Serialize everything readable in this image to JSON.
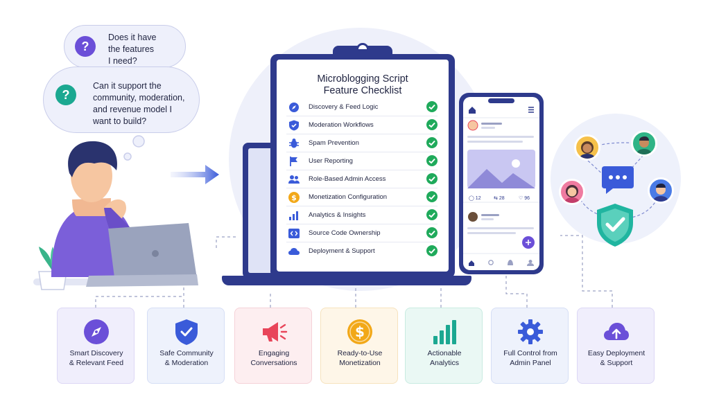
{
  "thoughts": [
    {
      "icon": "question-icon",
      "lines": [
        "Does it have",
        "the features",
        "I need?"
      ]
    },
    {
      "icon": "question-icon",
      "lines": [
        "Can it support the",
        "community, moderation,",
        "and revenue model I",
        "want to build?"
      ]
    }
  ],
  "checklist": {
    "title_lines": [
      "Microblogging Script",
      "Feature Checklist"
    ],
    "items": [
      {
        "label": "Discovery & Feed Logic",
        "icon": "compass-icon",
        "checked": true
      },
      {
        "label": "Moderation Workflows",
        "icon": "shield-icon",
        "checked": true
      },
      {
        "label": "Spam Prevention",
        "icon": "bug-icon",
        "checked": true
      },
      {
        "label": "User Reporting",
        "icon": "flag-icon",
        "checked": true
      },
      {
        "label": "Role-Based Admin Access",
        "icon": "users-icon",
        "checked": true
      },
      {
        "label": "Monetization Configuration",
        "icon": "dollar-icon",
        "checked": true
      },
      {
        "label": "Analytics & Insights",
        "icon": "chart-icon",
        "checked": true
      },
      {
        "label": "Source Code Ownership",
        "icon": "code-icon",
        "checked": true
      },
      {
        "label": "Deployment & Support",
        "icon": "cloud-icon",
        "checked": true
      }
    ]
  },
  "phone": {
    "stats": {
      "comments": "12",
      "reposts": "28",
      "likes": "96"
    }
  },
  "features": [
    {
      "lines": [
        "Smart Discovery",
        "& Relevant Feed"
      ],
      "icon": "compass-icon",
      "color": "#6b4fd8",
      "bg": "#f0eefc",
      "border": "#dcd7f5"
    },
    {
      "lines": [
        "Safe Community",
        "& Moderation"
      ],
      "icon": "shield-check-icon",
      "color": "#3a5bd9",
      "bg": "#eef2fc",
      "border": "#d5def5"
    },
    {
      "lines": [
        "Engaging",
        "Conversations"
      ],
      "icon": "megaphone-icon",
      "color": "#e8455a",
      "bg": "#fdeef0",
      "border": "#f5d2d8"
    },
    {
      "lines": [
        "Ready-to-Use",
        "Monetization"
      ],
      "icon": "dollar-coin-icon",
      "color": "#f2a818",
      "bg": "#fef6e8",
      "border": "#f6e2bd"
    },
    {
      "lines": [
        "Actionable",
        "Analytics"
      ],
      "icon": "bar-chart-icon",
      "color": "#1ba891",
      "bg": "#eaf8f4",
      "border": "#c8ebe1"
    },
    {
      "lines": [
        "Full Control from",
        "Admin Panel"
      ],
      "icon": "gear-icon",
      "color": "#3a5bd9",
      "bg": "#eef2fc",
      "border": "#d5def5"
    },
    {
      "lines": [
        "Easy Deployment",
        "& Support"
      ],
      "icon": "cloud-upload-icon",
      "color": "#6b4fd8",
      "bg": "#f0eefc",
      "border": "#dcd7f5"
    }
  ],
  "colors": {
    "navy": "#2e3a8c",
    "check_green": "#1faa5b",
    "purple_question": "#6b4fd8",
    "teal_question": "#1ba891",
    "shield_teal": "#20b5a0",
    "chat_blue": "#3a5bd9"
  }
}
